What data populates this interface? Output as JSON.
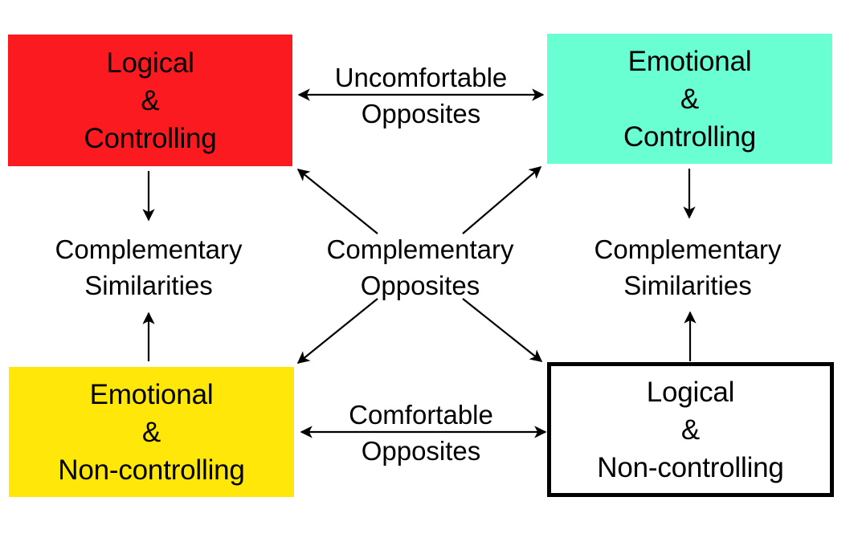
{
  "diagram": {
    "title": "Logical/Emotional and Controlling/Non-controlling quadrant relationship diagram",
    "background_color": "#ffffff",
    "text_color": "#000000",
    "boxes": [
      {
        "id": "logical-controlling",
        "position": "top-left",
        "lines": [
          "Logical",
          "&",
          "Controlling"
        ],
        "fill_color": "#FB1A20",
        "border": "none"
      },
      {
        "id": "emotional-controlling",
        "position": "top-right",
        "lines": [
          "Emotional",
          "&",
          "Controlling"
        ],
        "fill_color": "#69FFD2",
        "border": "none"
      },
      {
        "id": "emotional-noncontrolling",
        "position": "bottom-left",
        "lines": [
          "Emotional",
          "&",
          "Non-controlling"
        ],
        "fill_color": "#FFE70A",
        "border": "none"
      },
      {
        "id": "logical-noncontrolling",
        "position": "bottom-right",
        "lines": [
          "Logical",
          "&",
          "Non-controlling"
        ],
        "fill_color": "#ffffff",
        "border": "5px solid #000000"
      }
    ],
    "labels": {
      "top_edge": {
        "line1": "Uncomfortable",
        "line2": "Opposites"
      },
      "bottom_edge": {
        "line1": "Comfortable",
        "line2": "Opposites"
      },
      "center": {
        "line1": "Complementary",
        "line2": "Opposites"
      },
      "left_edge": {
        "line1": "Complementary",
        "line2": "Similarities"
      },
      "right_edge": {
        "line1": "Complementary",
        "line2": "Similarities"
      }
    },
    "connectors": [
      {
        "id": "top-horizontal",
        "kind": "double-arrow",
        "orientation": "horizontal",
        "label": "Uncomfortable Opposites"
      },
      {
        "id": "bottom-horizontal",
        "kind": "double-arrow",
        "orientation": "horizontal",
        "label": "Comfortable Opposites"
      },
      {
        "id": "left-down",
        "kind": "single-arrow",
        "orientation": "down",
        "label": "Complementary Similarities"
      },
      {
        "id": "left-up",
        "kind": "single-arrow",
        "orientation": "up",
        "label": "Complementary Similarities"
      },
      {
        "id": "right-down",
        "kind": "single-arrow",
        "orientation": "down",
        "label": "Complementary Similarities"
      },
      {
        "id": "right-up",
        "kind": "single-arrow",
        "orientation": "up",
        "label": "Complementary Similarities"
      },
      {
        "id": "center-to-top-left",
        "kind": "single-arrow",
        "orientation": "diagonal-up-left",
        "label": "Complementary Opposites"
      },
      {
        "id": "center-to-top-right",
        "kind": "single-arrow",
        "orientation": "diagonal-up-right",
        "label": "Complementary Opposites"
      },
      {
        "id": "center-to-bottom-left",
        "kind": "single-arrow",
        "orientation": "diagonal-down-left",
        "label": "Complementary Opposites"
      },
      {
        "id": "center-to-bottom-right",
        "kind": "single-arrow",
        "orientation": "diagonal-down-right",
        "label": "Complementary Opposites"
      }
    ]
  }
}
